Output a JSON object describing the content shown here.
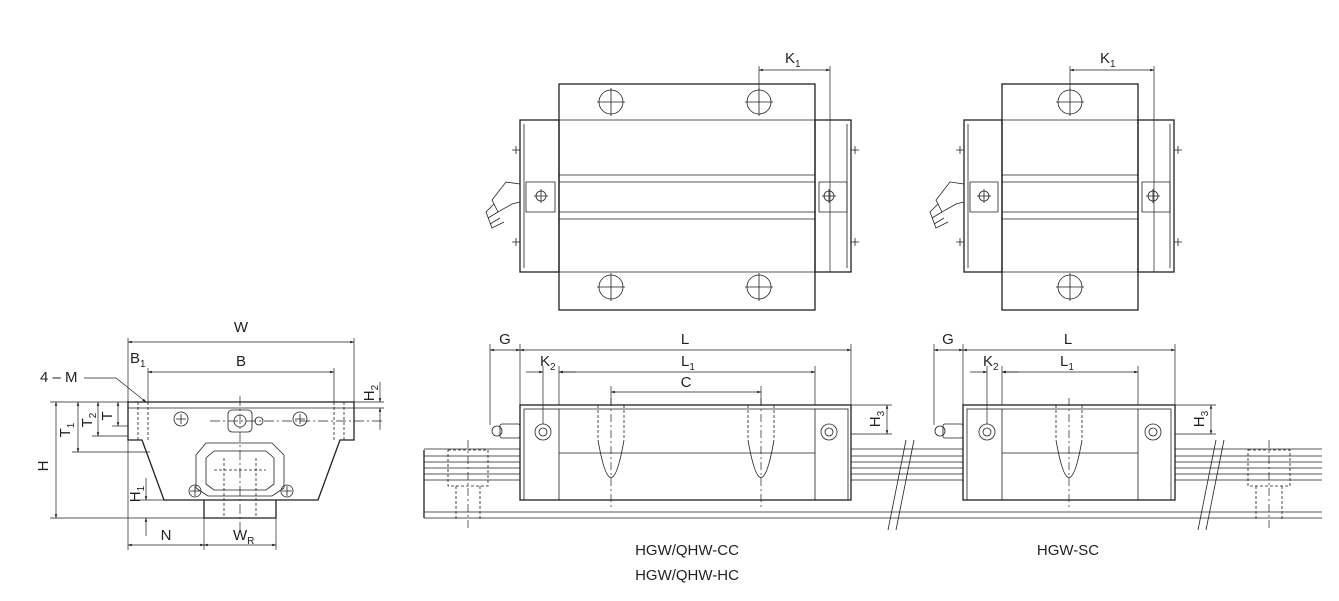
{
  "dimensions": {
    "W": "W",
    "B": "B",
    "B1": {
      "base": "B",
      "sub": "1"
    },
    "M": "4 – M",
    "H": "H",
    "H1": {
      "base": "H",
      "sub": "1"
    },
    "H2": {
      "base": "H",
      "sub": "2"
    },
    "H3": {
      "base": "H",
      "sub": "3"
    },
    "T": "T",
    "T1": {
      "base": "T",
      "sub": "1"
    },
    "T2": {
      "base": "T",
      "sub": "2"
    },
    "N": "N",
    "WR": {
      "base": "W",
      "sub": "R"
    },
    "K1": {
      "base": "K",
      "sub": "1"
    },
    "K2": {
      "base": "K",
      "sub": "2"
    },
    "G": "G",
    "L": "L",
    "L1": {
      "base": "L",
      "sub": "1"
    },
    "C": "C"
  },
  "captions": {
    "left_line1": "HGW/QHW-CC",
    "left_line2": "HGW/QHW-HC",
    "right": "HGW-SC"
  }
}
